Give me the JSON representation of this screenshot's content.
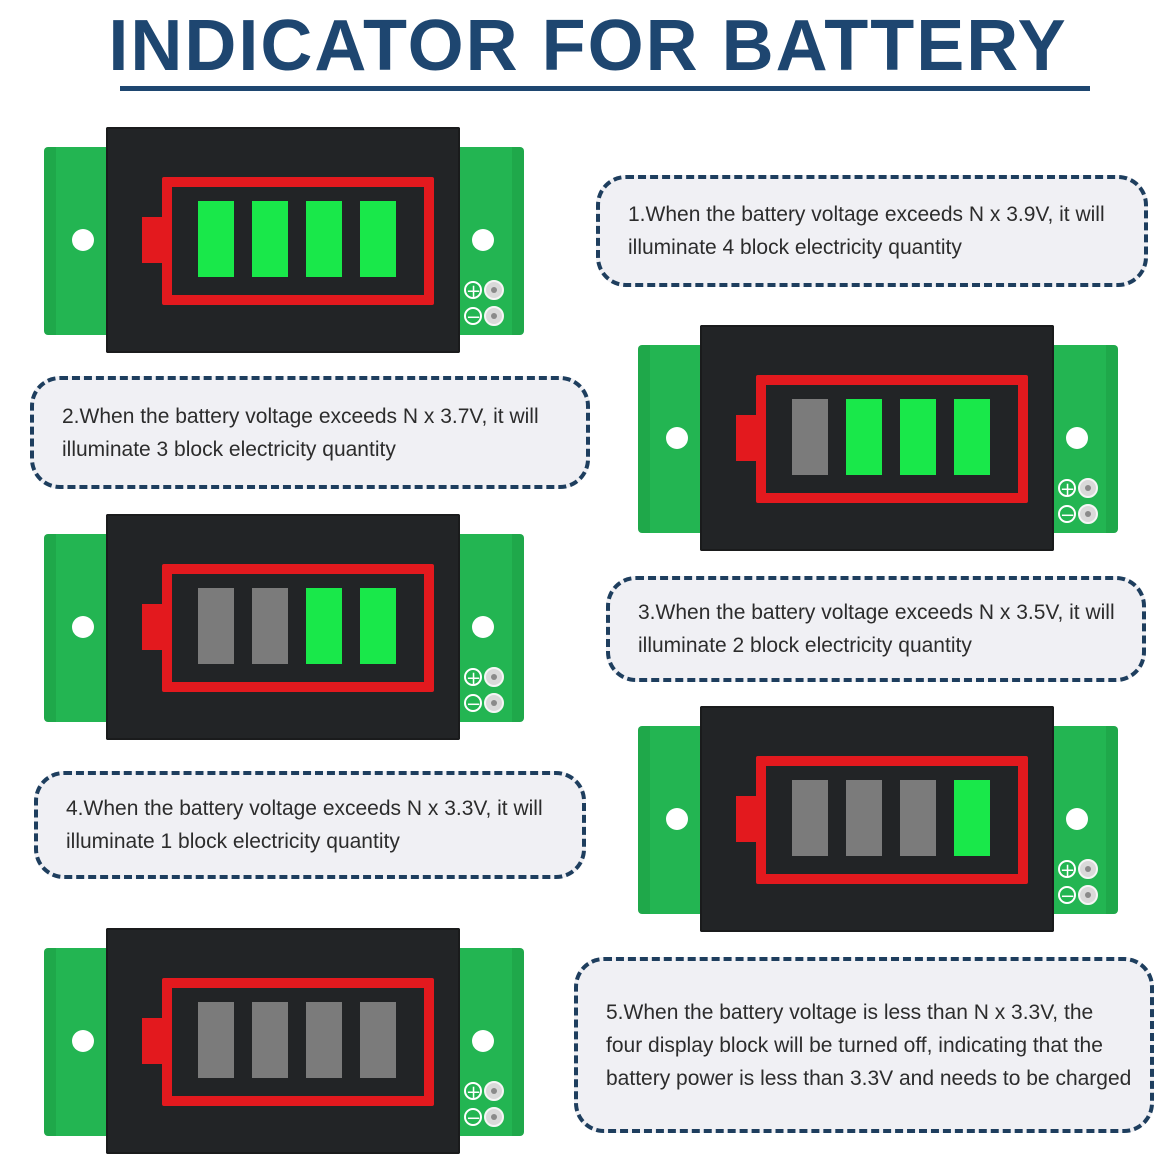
{
  "title": "INDICATOR FOR BATTERY",
  "colors": {
    "title": "#1e4670",
    "frame": "#e3191e",
    "cell_on": "#19e84a",
    "cell_off": "#7b7b7b",
    "pcb": "#23b552",
    "callout_border": "#1e3e5e"
  },
  "modules": [
    {
      "name": "4-block",
      "lit_blocks": 4
    },
    {
      "name": "3-block",
      "lit_blocks": 3
    },
    {
      "name": "2-block",
      "lit_blocks": 2
    },
    {
      "name": "1-block",
      "lit_blocks": 1
    },
    {
      "name": "0-block",
      "lit_blocks": 0
    }
  ],
  "terminal_symbols": {
    "plus": "+",
    "minus": "−"
  },
  "callouts": [
    {
      "text": "1.When the battery voltage exceeds N x 3.9V, it will illuminate 4 block electricity quantity"
    },
    {
      "text": "2.When the battery voltage exceeds N x 3.7V, it will illuminate 3 block electricity quantity"
    },
    {
      "text": "3.When the battery voltage exceeds N x 3.5V, it will illuminate 2 block electricity quantity"
    },
    {
      "text": "4.When the battery voltage exceeds N x 3.3V, it will illuminate 1 block electricity quantity"
    },
    {
      "text": "5.When the battery voltage is less than N x 3.3V, the four display block will be turned off, indicating that the battery power is less than 3.3V and needs to be charged"
    }
  ]
}
